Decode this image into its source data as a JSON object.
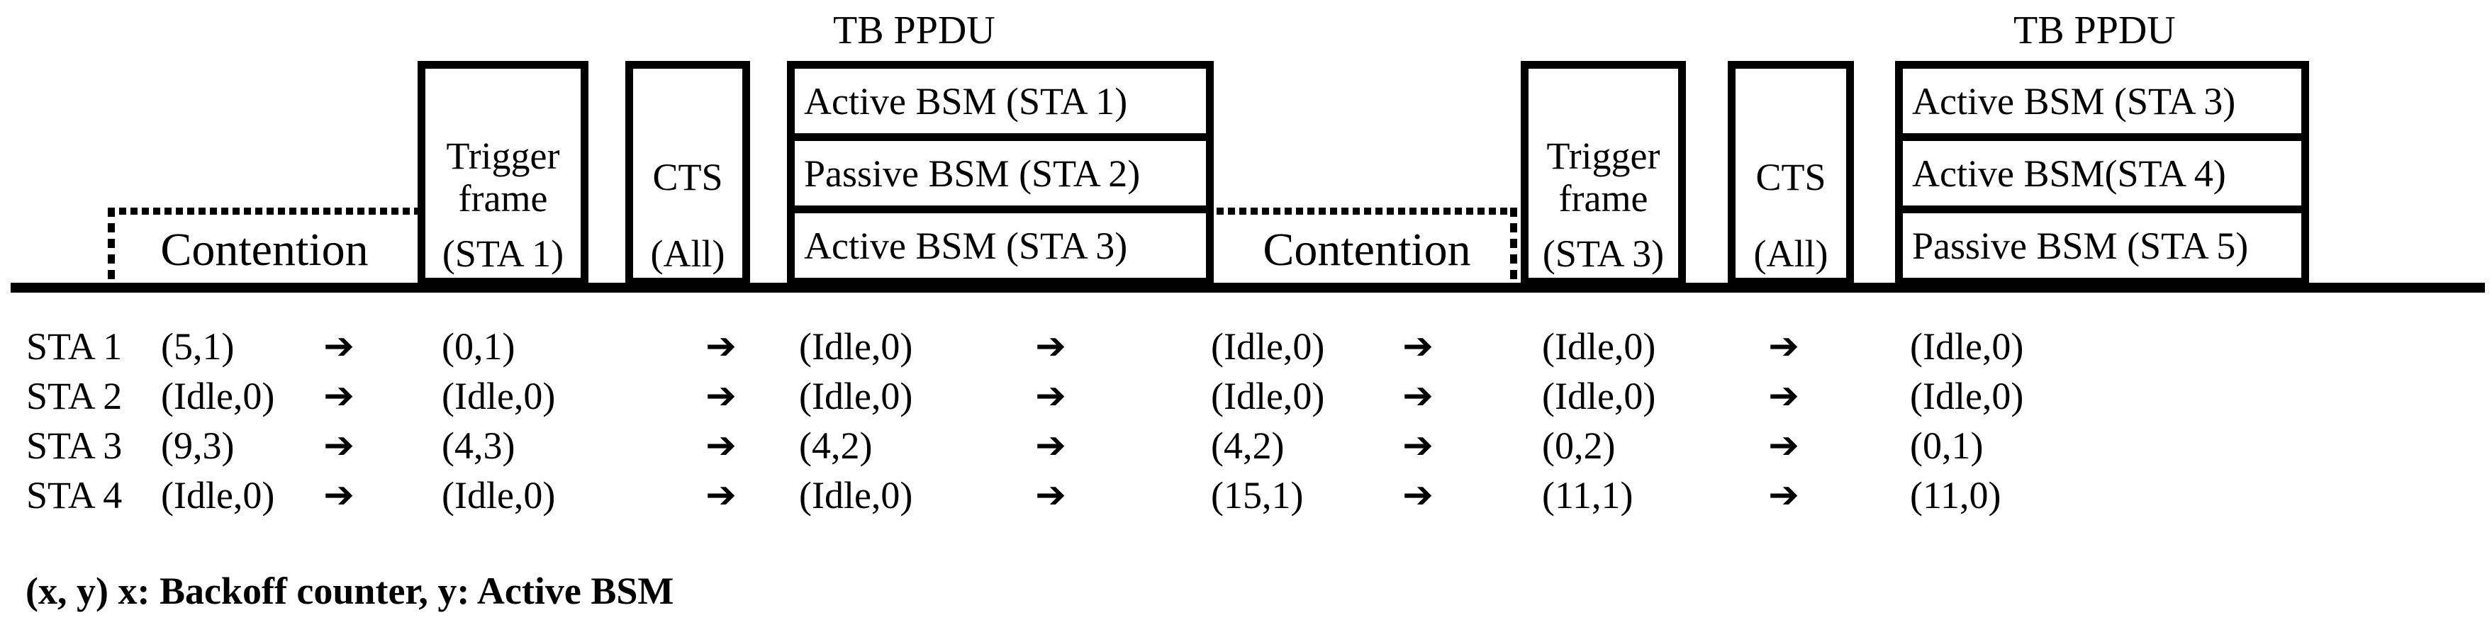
{
  "timeline": {
    "tb_ppdu_label_1": "TB PPDU",
    "tb_ppdu_label_2": "TB PPDU",
    "contention_1": "Contention",
    "contention_2": "Contention",
    "trigger_1": {
      "main": "Trigger frame",
      "sub": "(STA 1)"
    },
    "cts_1": {
      "main": "CTS",
      "sub": "(All)"
    },
    "trigger_2": {
      "main": "Trigger frame",
      "sub": "(STA 3)"
    },
    "cts_2": {
      "main": "CTS",
      "sub": "(All)"
    },
    "tb_ppdu_1_slots": [
      "Active BSM (STA 1)",
      "Passive BSM (STA 2)",
      "Active BSM (STA 3)"
    ],
    "tb_ppdu_2_slots": [
      "Active BSM (STA 3)",
      "Active BSM(STA 4)",
      "Passive BSM (STA 5)"
    ]
  },
  "table": {
    "arrow": "➔",
    "rows": [
      {
        "label": "STA 1",
        "states": [
          "(5,1)",
          "(0,1)",
          "(Idle,0)",
          "(Idle,0)",
          "(Idle,0)",
          "(Idle,0)"
        ]
      },
      {
        "label": "STA 2",
        "states": [
          "(Idle,0)",
          "(Idle,0)",
          "(Idle,0)",
          "(Idle,0)",
          "(Idle,0)",
          "(Idle,0)"
        ]
      },
      {
        "label": "STA 3",
        "states": [
          "(9,3)",
          "(4,3)",
          "(4,2)",
          "(4,2)",
          "(0,2)",
          "(0,1)"
        ]
      },
      {
        "label": "STA 4",
        "states": [
          "(Idle,0)",
          "(Idle,0)",
          "(Idle,0)",
          "(15,1)",
          "(11,1)",
          "(11,0)"
        ]
      }
    ]
  },
  "legend": "(x, y) x: Backoff counter, y: Active BSM"
}
